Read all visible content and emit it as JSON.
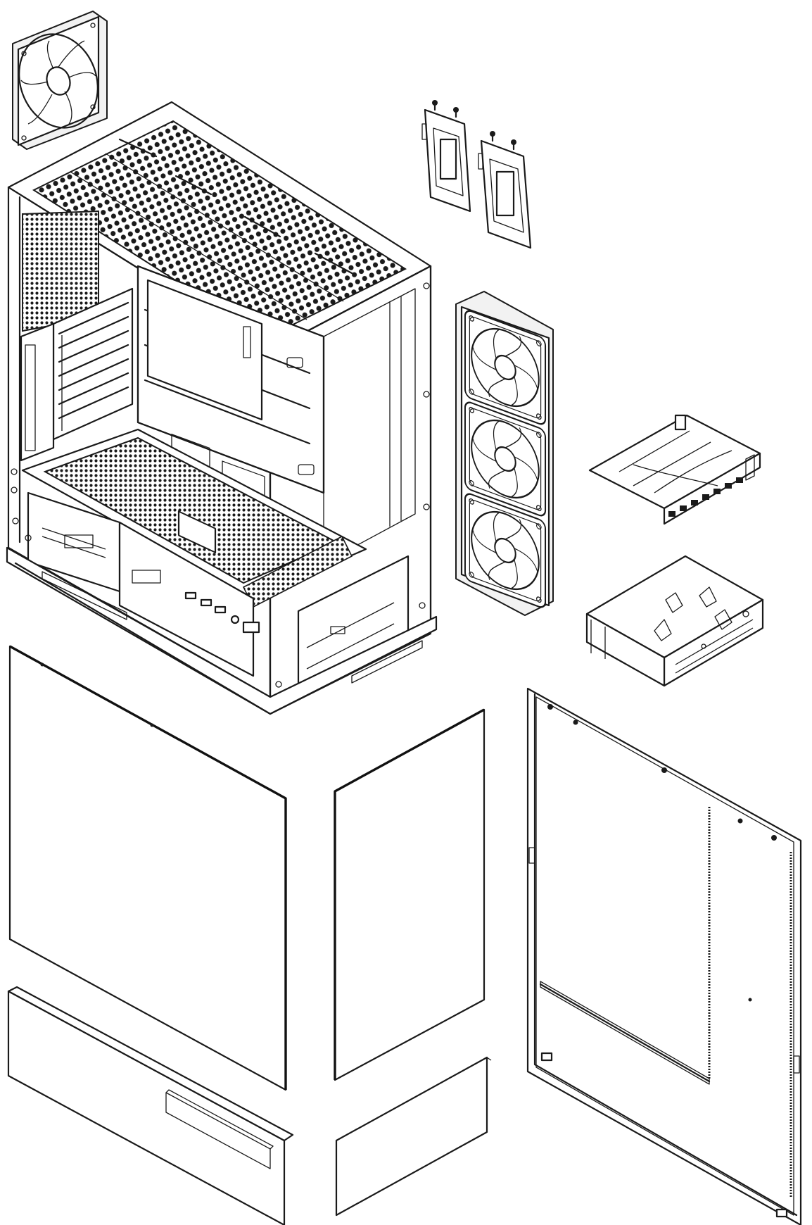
{
  "diagram": {
    "background": "#ffffff",
    "line_color": "#1a1a1a",
    "parts": [
      {
        "id": "top-fan",
        "icon": "fan-icon"
      },
      {
        "id": "main-chassis",
        "icon": "chassis-icon"
      },
      {
        "id": "ssd-brackets",
        "icon": "bracket-icon"
      },
      {
        "id": "triple-fan-radiator",
        "icon": "fan-icon"
      },
      {
        "id": "drive-tray",
        "icon": "tray-icon"
      },
      {
        "id": "drive-cage",
        "icon": "cage-icon"
      },
      {
        "id": "left-glass-panel",
        "icon": "panel-icon"
      },
      {
        "id": "front-glass-panel",
        "icon": "panel-icon"
      },
      {
        "id": "right-side-panel",
        "icon": "panel-icon"
      },
      {
        "id": "left-bottom-cover",
        "icon": "cover-icon"
      },
      {
        "id": "front-bottom-cover",
        "icon": "cover-icon"
      }
    ]
  }
}
